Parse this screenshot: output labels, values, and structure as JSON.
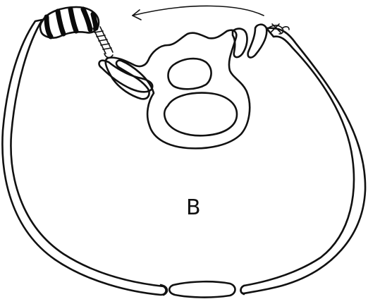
{
  "diagram": {
    "label": "B",
    "ink_color": "#111111",
    "background_color": "#ffffff",
    "parts": [
      "left-rib-band",
      "right-rib-band",
      "bottom-left-segment",
      "bottom-center-segment",
      "bottom-right-segment",
      "central-vertebra-outline",
      "spinal-canal-opening",
      "vertebral-body-ring",
      "left-transverse-process",
      "right-transverse-process",
      "hatched-clamp",
      "spring-coil",
      "suture-stitch",
      "rotation-arrow"
    ]
  }
}
